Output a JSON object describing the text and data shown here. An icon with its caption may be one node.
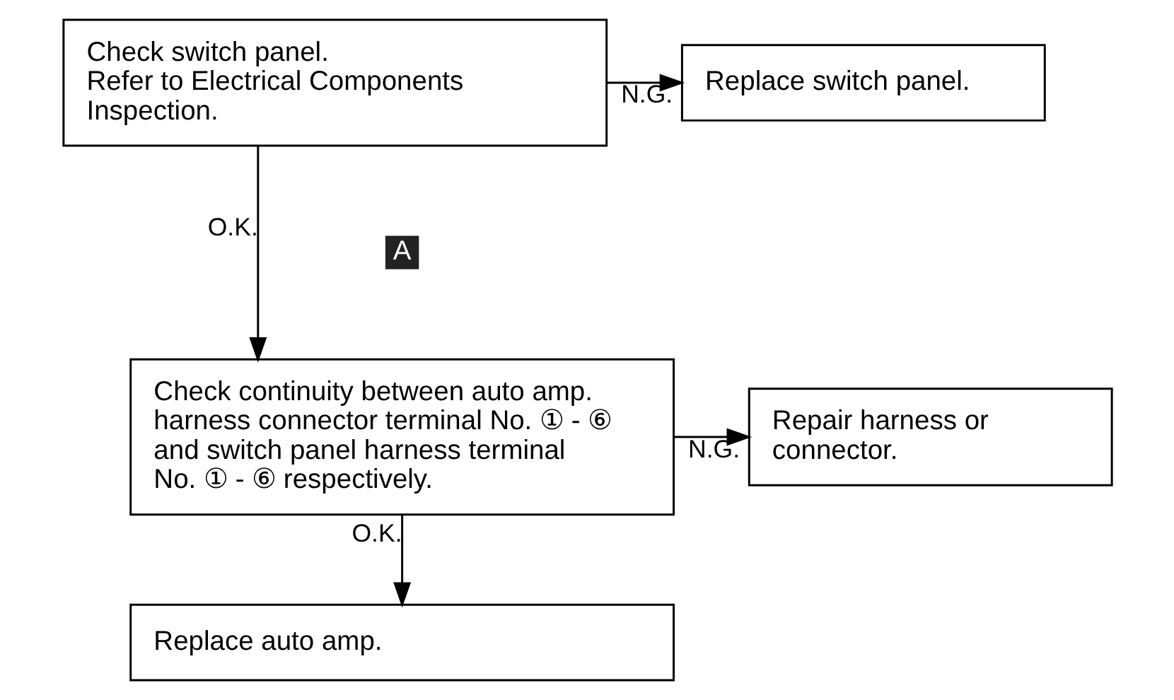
{
  "diagram": {
    "nodes": [
      {
        "text": [
          "Check switch panel.",
          "Refer to Electrical Components Inspection."
        ]
      },
      {
        "text": [
          "Replace switch panel."
        ]
      },
      {
        "text": [
          "Check continuity between auto amp. harness connector terminal No. ① - ⑥ and switch panel harness terminal No. ① - ⑥ respectively."
        ]
      },
      {
        "text": [
          "Repair harness or connector."
        ]
      },
      {
        "text": [
          "Replace auto amp."
        ]
      }
    ],
    "edges": [
      {
        "from": 0,
        "to": 1,
        "arrow": "to",
        "label": "N.G."
      },
      {
        "from": 0,
        "to": 2,
        "arrow": "to",
        "label": "O.K."
      },
      {
        "from": 2,
        "to": 3,
        "arrow": "to",
        "label": "N.G."
      },
      {
        "from": 2,
        "to": 4,
        "arrow": "to",
        "label": "O.K."
      }
    ],
    "labels": [
      "A"
    ]
  }
}
